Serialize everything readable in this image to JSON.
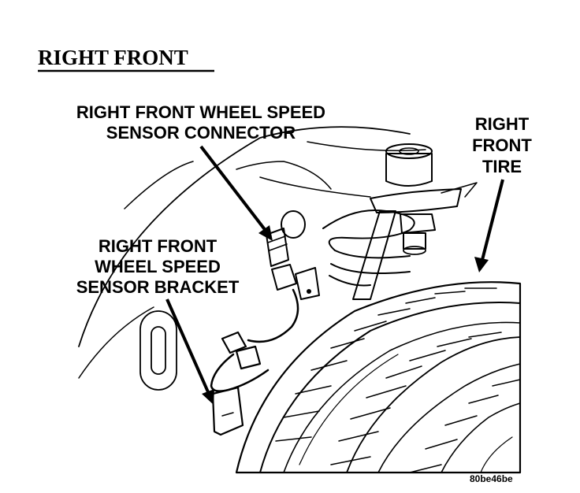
{
  "title": "RIGHT FRONT",
  "labels": {
    "connector": [
      "RIGHT FRONT WHEEL SPEED",
      "SENSOR CONNECTOR"
    ],
    "bracket": [
      "RIGHT FRONT",
      "WHEEL SPEED",
      "SENSOR BRACKET"
    ],
    "tire": [
      "RIGHT",
      "FRONT",
      "TIRE"
    ]
  },
  "figure_code": "80be46be"
}
